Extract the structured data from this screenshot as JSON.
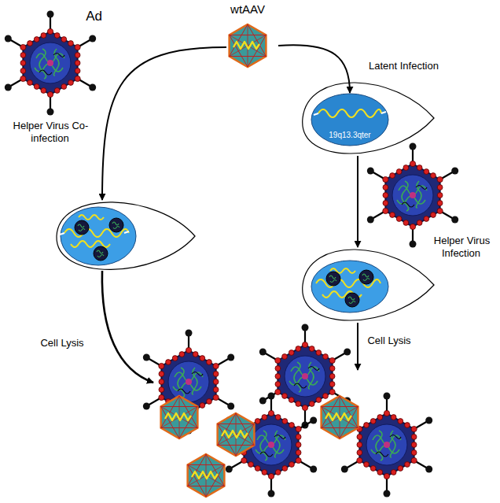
{
  "diagram": {
    "nodes": [
      {
        "text": [
          "Ad"
        ]
      },
      {
        "text": [
          "wtAAV"
        ]
      },
      {
        "text": [
          "19q13.3qter"
        ]
      }
    ],
    "edges": [
      {
        "from": 1,
        "to": 2,
        "arrow": "to",
        "label": "Latent Infection"
      }
    ],
    "labels": [
      "Helper Virus Co-infection",
      "Helper Virus Infection",
      "Cell Lysis",
      "Cell Lysis"
    ]
  }
}
